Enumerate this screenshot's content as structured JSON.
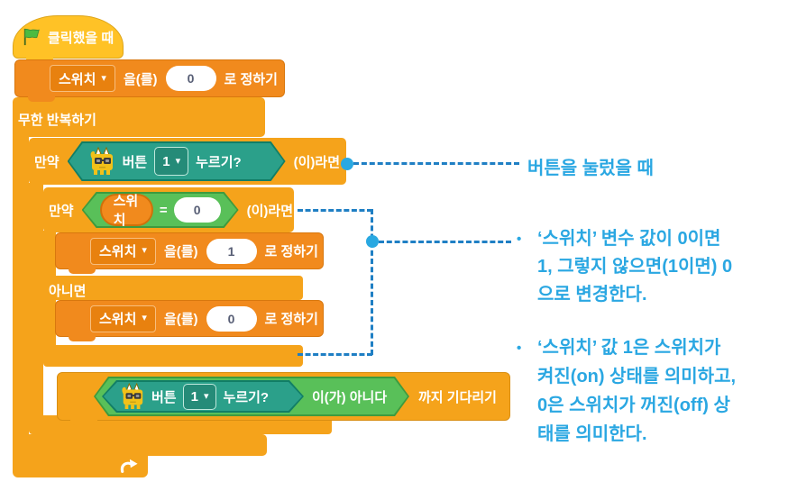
{
  "icons": {
    "dropdown_arrow": "▾",
    "bullet": "•"
  },
  "script": {
    "hat": {
      "label": "클릭했을 때"
    },
    "set_top": {
      "var_name": "스위치",
      "particle": "을(를)",
      "value": "0",
      "suffix": "로 정하기"
    },
    "forever": {
      "label": "무한 반복하기"
    },
    "if_button": {
      "prefix": "만약",
      "suffix": "(이)라면",
      "condition": {
        "button_label": "버튼",
        "value": "1",
        "pressed_label": "누르기?"
      }
    },
    "if_switch": {
      "prefix": "만약",
      "suffix": "(이)라면",
      "condition": {
        "var_name": "스위치",
        "operator": "=",
        "value": "0"
      }
    },
    "set_one": {
      "var_name": "스위치",
      "particle": "을(를)",
      "value": "1",
      "suffix": "로 정하기"
    },
    "else_label": "아니면",
    "set_zero": {
      "var_name": "스위치",
      "particle": "을(를)",
      "value": "0",
      "suffix": "로 정하기"
    },
    "wait_until": {
      "not_label": "이(가) 아니다",
      "suffix": "까지 기다리기",
      "condition": {
        "button_label": "버튼",
        "value": "1",
        "pressed_label": "누르기?"
      }
    }
  },
  "annotations": {
    "note_button": {
      "text": "버튼을 눌렀을 때"
    },
    "note_toggle": {
      "lines": [
        "‘스위치’ 변수 값이 0이면",
        "1, 그렇지 않으면(1이면) 0",
        "으로 변경한다."
      ]
    },
    "note_meaning": {
      "lines": [
        "‘스위치’ 값 1은 스위치가",
        "켜진(on) 상태를 의미하고,",
        "0은 스위치가 꺼진(off) 상",
        "태를 의미한다."
      ]
    }
  },
  "colors": {
    "event_yellow": "#FFC226",
    "control_orange": "#F5A31B",
    "variable_orange": "#F18A1D",
    "operator_green": "#59C059",
    "extension_teal": "#2BA08A",
    "annotation_text": "#2AA7E2",
    "connector_line": "#1F7FC4",
    "connector_dot": "#29A8E1"
  }
}
